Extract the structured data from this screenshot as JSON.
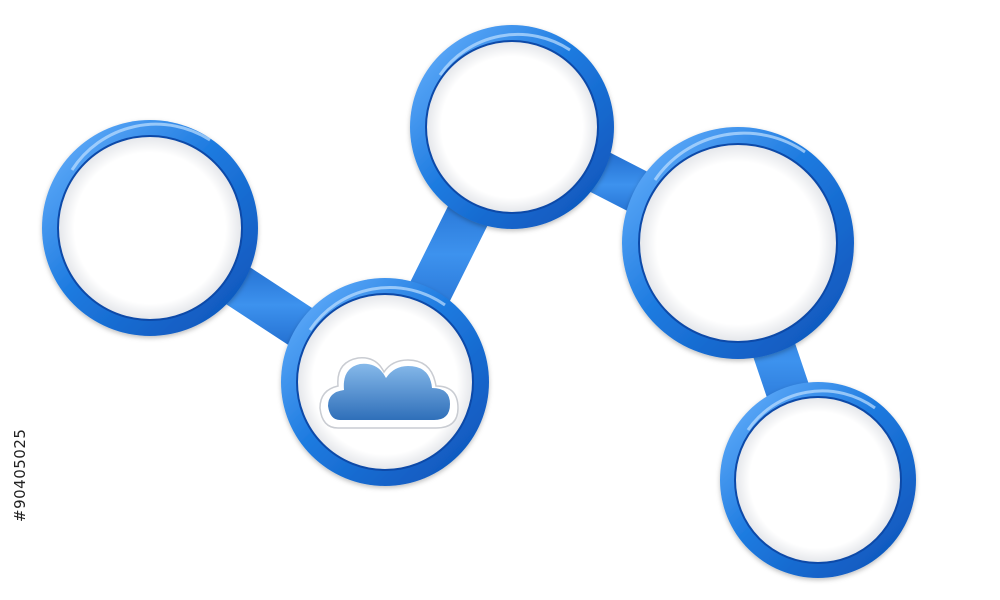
{
  "stock_id": "#90405025",
  "colors": {
    "ring_light": "#6fb6ff",
    "ring_mid": "#1e7be0",
    "ring_dark": "#0c4fb5",
    "connector": "#1664c8",
    "cloud_top": "#7fb3e6",
    "cloud_bottom": "#2f6fb9",
    "background": "#ffffff"
  },
  "nodes": [
    {
      "name": "circle-1",
      "content": ""
    },
    {
      "name": "circle-2",
      "content": "cloud-icon"
    },
    {
      "name": "circle-3",
      "content": ""
    },
    {
      "name": "circle-4",
      "content": ""
    },
    {
      "name": "circle-5",
      "content": ""
    }
  ]
}
